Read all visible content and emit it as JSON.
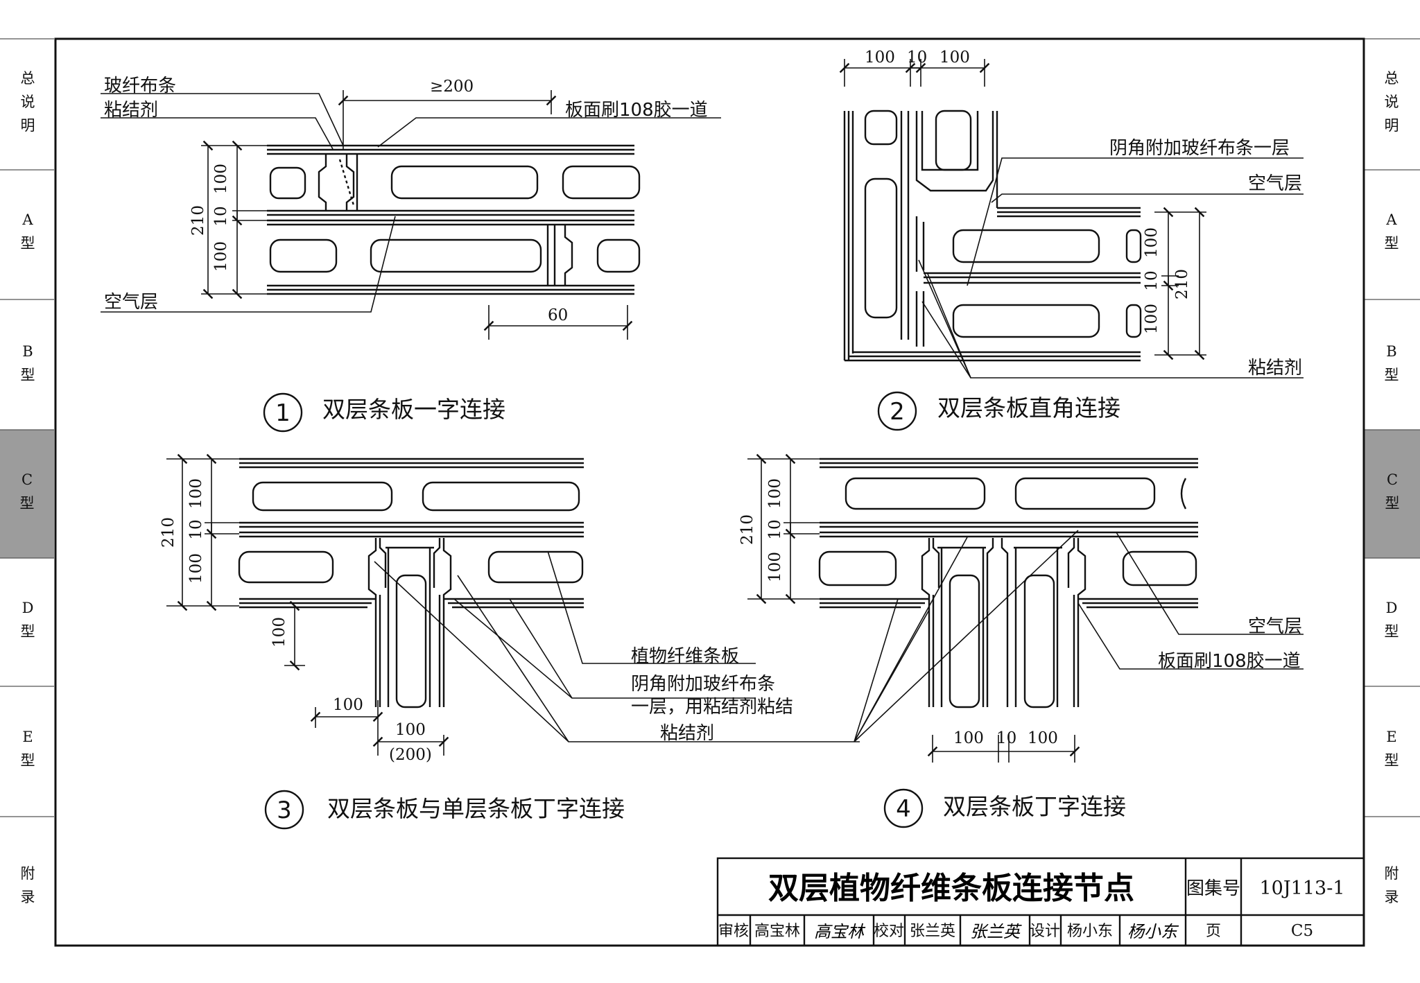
{
  "side_tabs": [
    {
      "label": "总说明"
    },
    {
      "label": "A型"
    },
    {
      "label": "B型"
    },
    {
      "label": "C型",
      "active": true
    },
    {
      "label": "D型"
    },
    {
      "label": "E型"
    },
    {
      "label": "附录"
    }
  ],
  "details": {
    "d1": {
      "number": "1",
      "caption": "双层条板一字连接",
      "labels": {
        "fiber": "玻纤布条",
        "adhesive": "粘结剂",
        "glue": "板面刷108胶一道",
        "air": "空气层"
      },
      "dims": {
        "overlap": "≥200",
        "total": "210",
        "top": "100",
        "gap": "10",
        "bottom": "100",
        "offset": "60"
      }
    },
    "d2": {
      "number": "2",
      "caption": "双层条板直角连接",
      "labels": {
        "fiber": "阴角附加玻纤布条一层",
        "air": "空气层",
        "adhesive": "粘结剂"
      },
      "dims": {
        "left": "100",
        "gap": "10",
        "right": "100",
        "total": "210",
        "top": "100",
        "mid": "10",
        "bottom": "100"
      }
    },
    "d3": {
      "number": "3",
      "caption": "双层条板与单层条板丁字连接",
      "labels": {
        "board": "植物纤维条板",
        "fiber1": "阴角附加玻纤布条",
        "fiber2": "一层，用粘结剂粘结",
        "adhesive": "粘结剂"
      },
      "dims": {
        "total": "210",
        "top": "100",
        "gap": "10",
        "bottom": "100",
        "stub": "100",
        "offset": "100",
        "width": "100",
        "width_alt": "(200)"
      }
    },
    "d4": {
      "number": "4",
      "caption": "双层条板丁字连接",
      "labels": {
        "air": "空气层",
        "glue": "板面刷108胶一道"
      },
      "dims": {
        "total": "210",
        "top": "100",
        "gap": "10",
        "bottom": "100",
        "w1": "100",
        "w2": "10",
        "w3": "100"
      }
    }
  },
  "title_block": {
    "title": "双层植物纤维条板连接节点",
    "atlas_label": "图集号",
    "atlas_no": "10J113-1",
    "page_label": "页",
    "page_no": "C5",
    "review_label": "审核",
    "reviewer": "高宝林",
    "reviewer_sig": "高宝林",
    "check_label": "校对",
    "checker": "张兰英",
    "checker_sig": "张兰英",
    "design_label": "设计",
    "designer": "杨小东",
    "designer_sig": "杨小东"
  }
}
